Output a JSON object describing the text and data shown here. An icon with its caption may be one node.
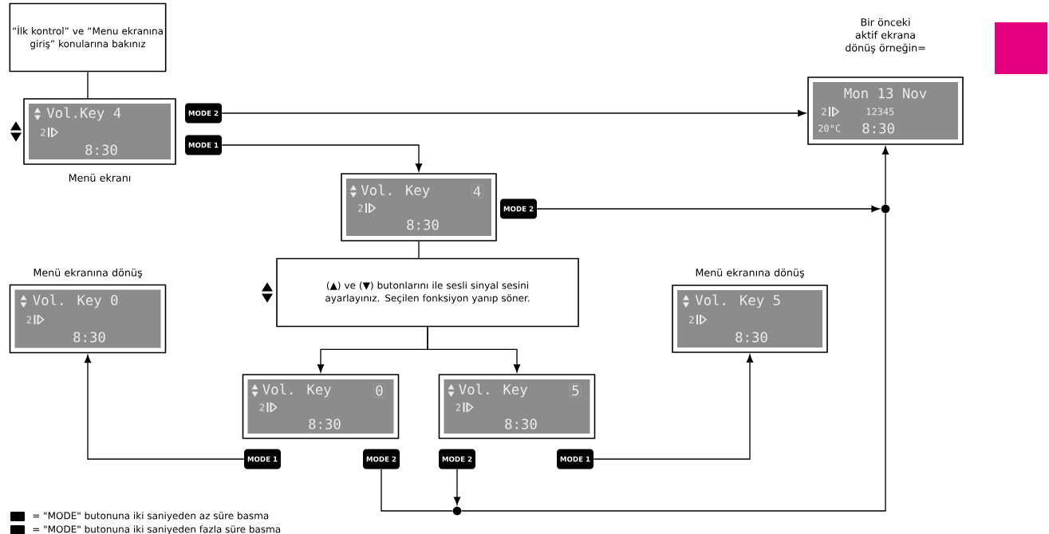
{
  "diagram": {
    "nodes": [
      {
        "text": [
          "“İlk kontrol” ve “Menu ekranına giriş” konularına bakınız"
        ]
      },
      {
        "text": [
          "Vol.Key 4",
          "2",
          "8:30"
        ],
        "beside": [
          "Menü ekranı"
        ]
      },
      {
        "text": [
          "MODE 2"
        ]
      },
      {
        "text": [
          "MODE 1"
        ]
      },
      {
        "text": [
          "Vol. Key",
          "4",
          "2",
          "8:30"
        ]
      },
      {
        "text": [
          "MODE 2"
        ]
      },
      {
        "text": [],
        "shape": "circle"
      },
      {
        "text": [
          "Mon 13 Nov",
          "2",
          "12345",
          "20°C",
          "8:30"
        ],
        "beside": [
          "Bir önceki aktif ekrana dönüş örneğin="
        ]
      },
      {
        "text": [
          "(▲) ve (▼) butonlarını ile sesli sinyal sesini ayarlayınız. Seçilen fonksiyon yanıp söner."
        ]
      },
      {
        "text": [
          "Vol. Key  0",
          "2",
          "8:30"
        ],
        "beside": [
          "Menü ekranına dönüş"
        ]
      },
      {
        "text": [
          "Vol. Key  5",
          "2",
          "8:30"
        ],
        "beside": [
          "Menü ekranına dönüş"
        ]
      },
      {
        "text": [
          "Vol. Key",
          "0",
          "2",
          "8:30"
        ]
      },
      {
        "text": [
          "Vol. Key",
          "5",
          "2",
          "8:30"
        ]
      },
      {
        "text": [
          "MODE 1"
        ]
      },
      {
        "text": [
          "MODE 2"
        ]
      },
      {
        "text": [
          "MODE 2"
        ]
      },
      {
        "text": [
          "MODE 1"
        ]
      },
      {
        "text": [],
        "shape": "circle"
      }
    ],
    "edges": [
      {
        "from": 0,
        "to": 1,
        "arrow": "none"
      },
      {
        "from": 2,
        "to": 7,
        "arrow": "to"
      },
      {
        "from": 3,
        "to": 4,
        "arrow": "to"
      },
      {
        "from": 4,
        "to": 8,
        "arrow": "none"
      },
      {
        "from": 5,
        "to": 6,
        "arrow": "to"
      },
      {
        "from": 6,
        "to": 7,
        "arrow": "to"
      },
      {
        "from": 8,
        "to": 11,
        "arrow": "to"
      },
      {
        "from": 8,
        "to": 12,
        "arrow": "to"
      },
      {
        "from": 13,
        "to": 9,
        "arrow": "to"
      },
      {
        "from": 14,
        "to": 17,
        "arrow": "none"
      },
      {
        "from": 15,
        "to": 17,
        "arrow": "to"
      },
      {
        "from": 16,
        "to": 10,
        "arrow": "to"
      },
      {
        "from": 17,
        "to": 6,
        "arrow": "none"
      }
    ],
    "legend": [
      {
        "text": "= \"MODE\" butonuna iki saniyeden az süre basma"
      },
      {
        "text": "= \"MODE\" butonuna iki saniyeden fazla süre basma"
      }
    ]
  }
}
